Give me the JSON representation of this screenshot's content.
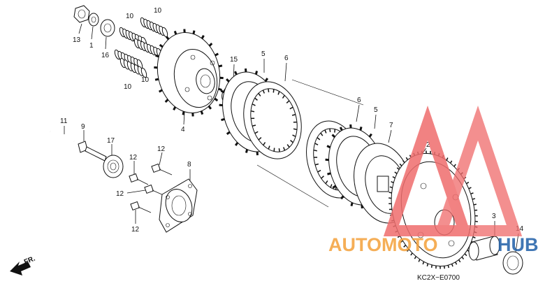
{
  "diagram": {
    "code": "KC2X−E0700",
    "direction_label": "FR.",
    "callouts": {
      "nut": "13",
      "washer_1": "1",
      "washer_16": "16",
      "spring_top_a": "10",
      "spring_top_b": "10",
      "spring_mid": "10",
      "spring_low": "10",
      "pressure_plate": "4",
      "circlip": "15",
      "friction_disc_top": "5",
      "clutch_plate_top": "6",
      "clutch_plate_low": "6",
      "friction_disc_low": "5",
      "judder_plate": "7",
      "clutch_outer": "2",
      "collar": "3",
      "thrust_washer": "14",
      "bolt_long": "11",
      "lifter_rod": "9",
      "bearing": "17",
      "lifter_plate": "8",
      "bolt_a": "12",
      "bolt_b": "12",
      "bolt_c": "12",
      "bolt_d": "12"
    }
  },
  "watermark": {
    "text_orange": "AUTOMOTO",
    "text_blue": "HUB",
    "color_orange": "#f4a13a",
    "color_blue": "#1f5fa8",
    "color_triangle": "#ef6d6d"
  }
}
